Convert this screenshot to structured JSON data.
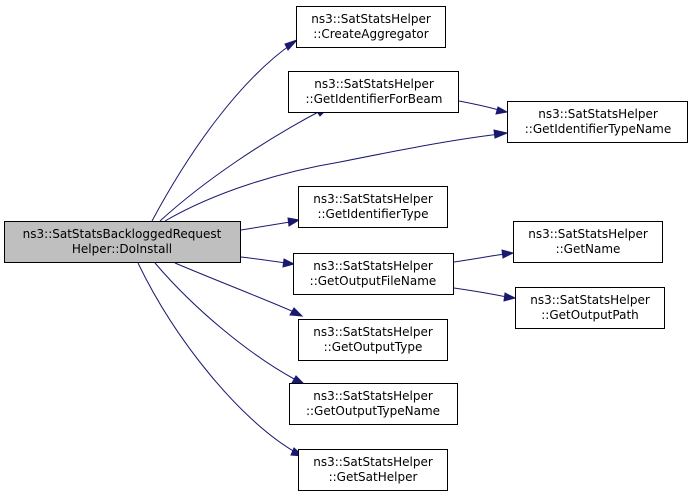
{
  "nodes": {
    "root": {
      "line1": "ns3::SatStatsBackloggedRequest",
      "line2": "Helper::DoInstall"
    },
    "create_aggregator": {
      "line1": "ns3::SatStatsHelper",
      "line2": "::CreateAggregator"
    },
    "get_identifier_for_beam": {
      "line1": "ns3::SatStatsHelper",
      "line2": "::GetIdentifierForBeam"
    },
    "get_identifier_type_name": {
      "line1": "ns3::SatStatsHelper",
      "line2": "::GetIdentifierTypeName"
    },
    "get_identifier_type": {
      "line1": "ns3::SatStatsHelper",
      "line2": "::GetIdentifierType"
    },
    "get_output_file_name": {
      "line1": "ns3::SatStatsHelper",
      "line2": "::GetOutputFileName"
    },
    "get_name": {
      "line1": "ns3::SatStatsHelper",
      "line2": "::GetName"
    },
    "get_output_path": {
      "line1": "ns3::SatStatsHelper",
      "line2": "::GetOutputPath"
    },
    "get_output_type": {
      "line1": "ns3::SatStatsHelper",
      "line2": "::GetOutputType"
    },
    "get_output_type_name": {
      "line1": "ns3::SatStatsHelper",
      "line2": "::GetOutputTypeName"
    },
    "get_sat_helper": {
      "line1": "ns3::SatStatsHelper",
      "line2": "::GetSatHelper"
    }
  },
  "colors": {
    "edge": "#191970",
    "root_fill": "#bfbfbf",
    "node_fill": "#ffffff",
    "border": "#000000"
  }
}
